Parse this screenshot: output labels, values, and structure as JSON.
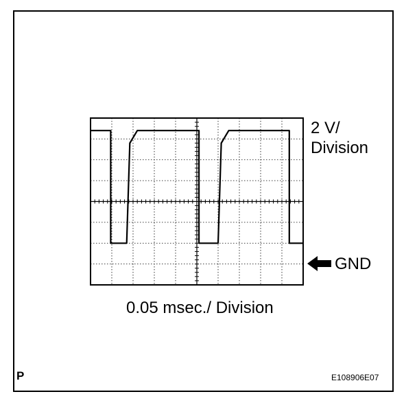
{
  "voltage_scale": {
    "line1": "2 V/",
    "line2": "Division"
  },
  "ground_label": "GND",
  "time_scale": "0.05 msec./ Division",
  "corner_mark": "P",
  "figure_code": "E108906E07",
  "grid": {
    "columns": 10,
    "rows": 8
  },
  "waveform": {
    "type": "square",
    "scale_v_per_div": 2,
    "scale_ms_per_div": 0.05,
    "ground_div_from_bottom": 1,
    "low_div_from_bottom": 2,
    "high_div_from_bottom": 7.4,
    "segments_div": [
      [
        0.0,
        7.4
      ],
      [
        0.95,
        7.4
      ],
      [
        0.95,
        2.0
      ],
      [
        1.7,
        2.0
      ],
      [
        1.85,
        6.8
      ],
      [
        2.2,
        7.4
      ],
      [
        5.1,
        7.4
      ],
      [
        5.1,
        2.0
      ],
      [
        6.0,
        2.0
      ],
      [
        6.15,
        6.8
      ],
      [
        6.5,
        7.4
      ],
      [
        9.35,
        7.4
      ],
      [
        9.35,
        2.0
      ],
      [
        10.0,
        2.0
      ]
    ],
    "color": "#000000"
  }
}
